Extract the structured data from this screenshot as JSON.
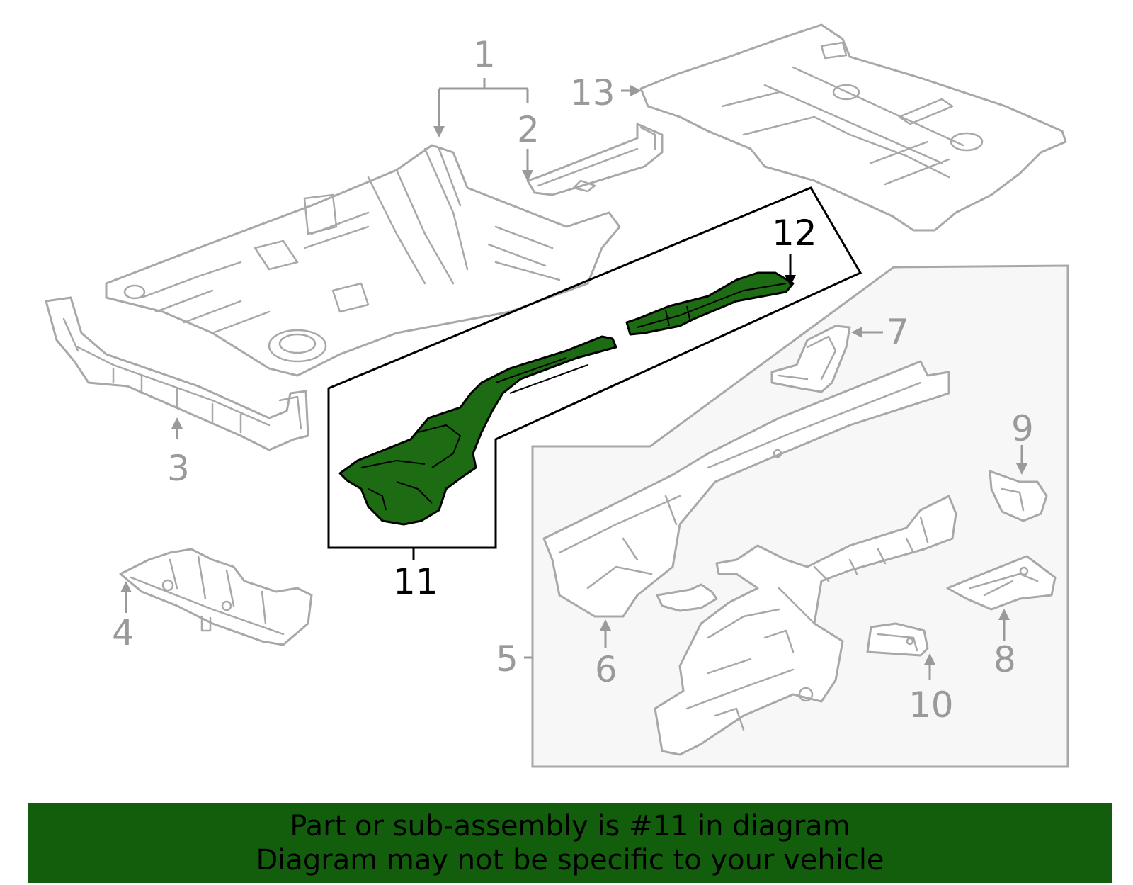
{
  "callouts": {
    "c1": "1",
    "c2": "2",
    "c3": "3",
    "c4": "4",
    "c5": "5",
    "c6": "6",
    "c7": "7",
    "c8": "8",
    "c9": "9",
    "c10": "10",
    "c11": "11",
    "c12": "12",
    "c13": "13"
  },
  "highlight": {
    "part_number": "11",
    "fill_color": "#1d6b12",
    "banner_color": "#135e0d"
  },
  "banner": {
    "line1": "Part or sub-assembly is #11 in diagram",
    "line2": "Diagram may not be specific to your vehicle"
  }
}
